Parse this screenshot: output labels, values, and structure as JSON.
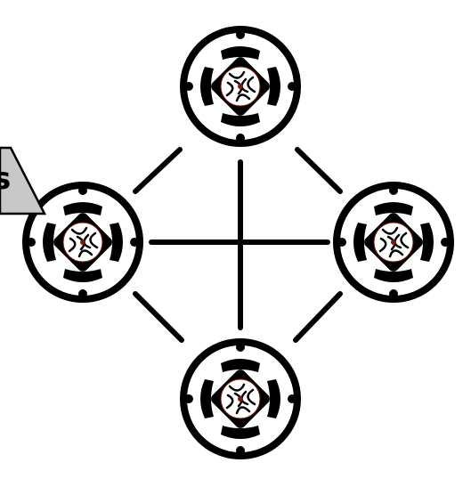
{
  "callout": {
    "text": "s"
  },
  "diagram": {
    "nodes": [
      {
        "id": "top"
      },
      {
        "id": "left"
      },
      {
        "id": "right"
      },
      {
        "id": "bottom"
      }
    ],
    "connections": [
      [
        "top",
        "left"
      ],
      [
        "top",
        "right"
      ],
      [
        "bottom",
        "left"
      ],
      [
        "bottom",
        "right"
      ],
      [
        "top",
        "bottom"
      ],
      [
        "left",
        "right"
      ]
    ]
  },
  "colors": {
    "line": "#000000",
    "node_fill": "#ffffff",
    "callout_fill": "#c8c8c8",
    "inner_accent": "#7a1a10"
  }
}
